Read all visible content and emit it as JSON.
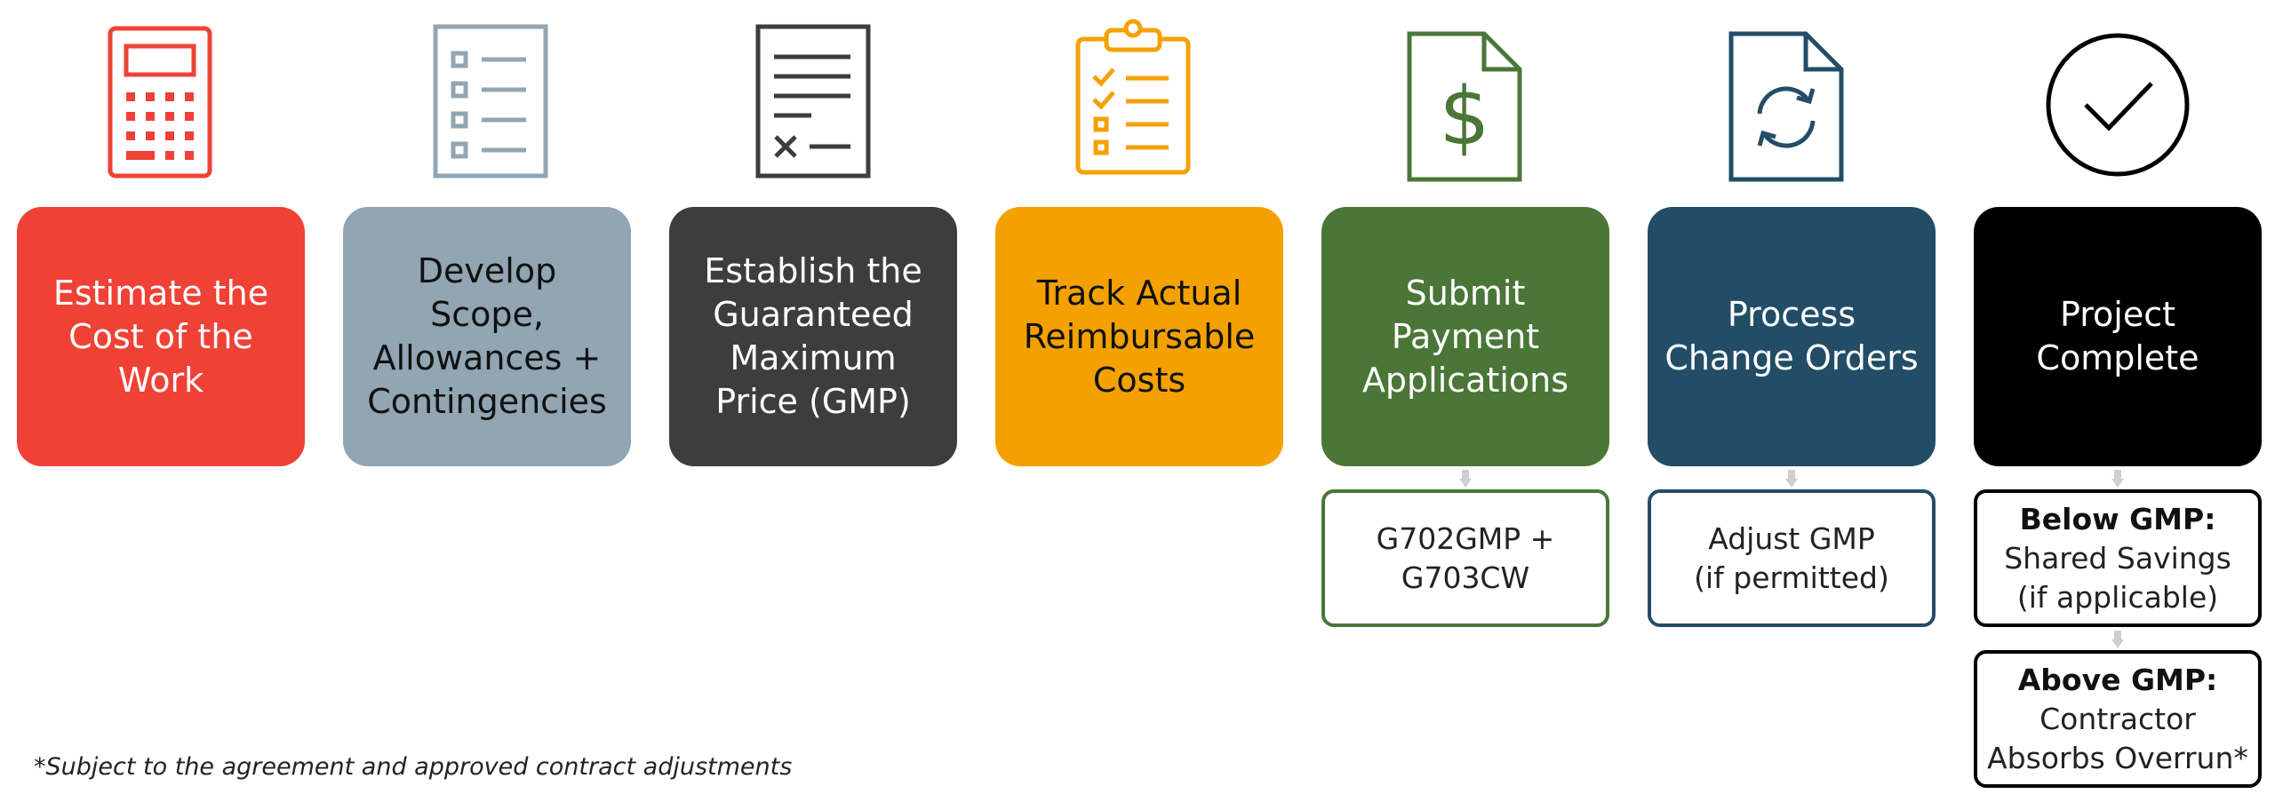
{
  "colors": {
    "red": "#ef4136",
    "gray": "#91a5b3",
    "charcoal": "#3d3d3d",
    "orange": "#f4a100",
    "green": "#4a7637",
    "navy": "#234d66",
    "black": "#000000"
  },
  "steps": [
    {
      "icon": "calculator-icon",
      "lines": [
        "Estimate the",
        "Cost of the",
        "Work"
      ]
    },
    {
      "icon": "checklist-icon",
      "lines": [
        "Develop",
        "Scope,",
        "Allowances +",
        "Contingencies"
      ]
    },
    {
      "icon": "contract-signature-icon",
      "lines": [
        "Establish the",
        "Guaranteed",
        "Maximum",
        "Price (GMP)"
      ]
    },
    {
      "icon": "clipboard-checklist-icon",
      "lines": [
        "Track Actual",
        "Reimbursable",
        "Costs"
      ]
    },
    {
      "icon": "dollar-document-icon",
      "lines": [
        "Submit",
        "Payment",
        "Applications"
      ]
    },
    {
      "icon": "refresh-document-icon",
      "lines": [
        "Process",
        "Change Orders"
      ]
    },
    {
      "icon": "check-circle-icon",
      "lines": [
        "Project",
        "Complete"
      ]
    }
  ],
  "sub_boxes": {
    "payment": {
      "lines": [
        "G702GMP +",
        "G703CW"
      ]
    },
    "change": {
      "lines": [
        "Adjust GMP",
        "(if permitted)"
      ]
    },
    "below": {
      "heading": "Below GMP:",
      "lines": [
        "Shared Savings",
        "(if applicable)"
      ]
    },
    "above": {
      "heading": "Above GMP:",
      "lines": [
        "Contractor",
        "Absorbs Overrun*"
      ]
    }
  },
  "footnote": "*Subject to the agreement and approved contract adjustments"
}
